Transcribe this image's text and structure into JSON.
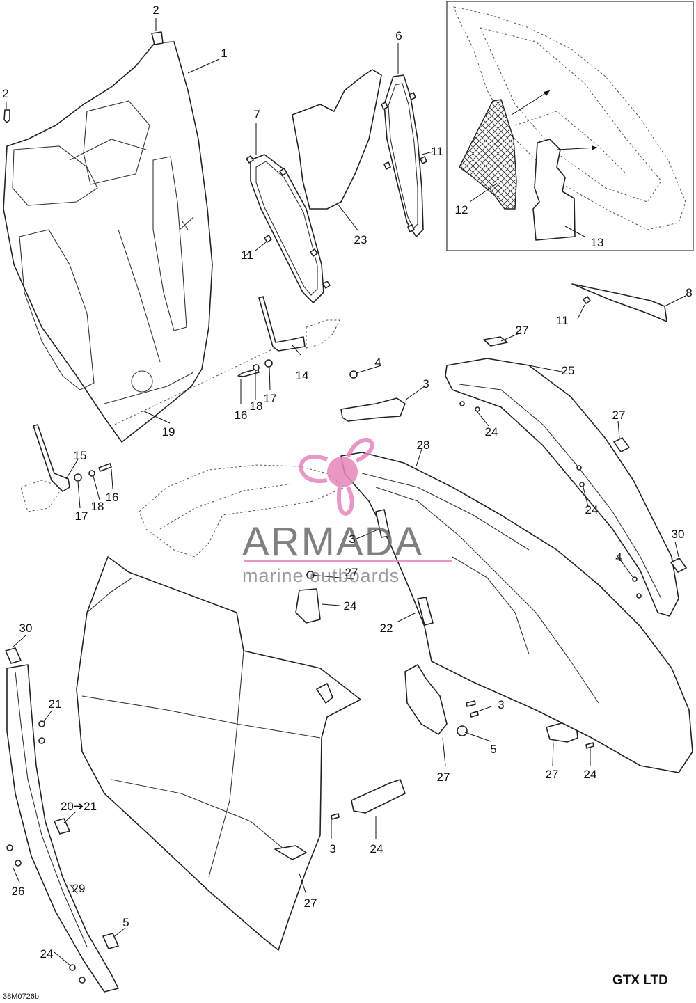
{
  "diagram": {
    "model": "GTX LTD",
    "drawing_code": "38M0726b",
    "watermark": {
      "brand": "ARMADA",
      "tagline": "marine outboards",
      "colors": {
        "brand": "#6b6b6b",
        "accent": "#e487b8"
      }
    },
    "callouts": [
      "2",
      "1",
      "2",
      "6",
      "7",
      "11",
      "23",
      "11",
      "12",
      "13",
      "8",
      "11",
      "27",
      "25",
      "4",
      "3",
      "14",
      "16",
      "18",
      "17",
      "19",
      "15",
      "16",
      "18",
      "17",
      "28",
      "27",
      "24",
      "24",
      "30",
      "4",
      "3",
      "27",
      "24",
      "30",
      "22",
      "21",
      "3",
      "5",
      "20➔21",
      "27",
      "24",
      "27",
      "5",
      "3",
      "24",
      "26",
      "29",
      "27",
      "24"
    ]
  }
}
